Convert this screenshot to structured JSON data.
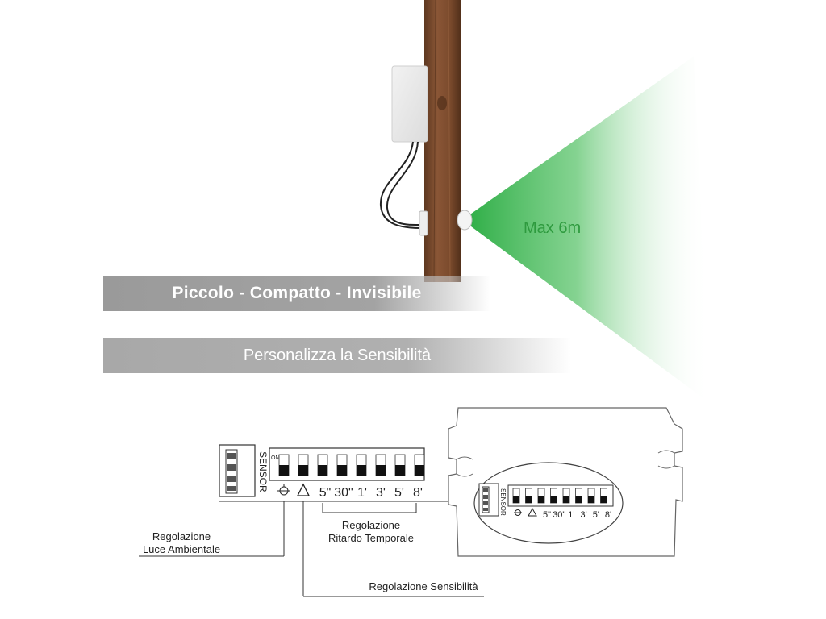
{
  "range_label": "Max 6m",
  "banner_top": "Piccolo - Compatto - Invisibile",
  "banner_bottom": "Personalizza la Sensibilità",
  "dip_switch": {
    "module_label": "SENSOR",
    "on_label": "ON",
    "switch_count": 8,
    "time_values": [
      "5\"",
      "30\"",
      "1'",
      "3'",
      "5'",
      "8'"
    ]
  },
  "annotations": {
    "ambient_light": [
      "Regolazione",
      "Luce Ambientale"
    ],
    "time_delay": [
      "Regolazione",
      "Ritardo Temporale"
    ],
    "sensitivity": "Regolazione Sensibilità"
  },
  "colors": {
    "wood": "#7a4a2c",
    "detection_cone": "#35b34a",
    "banner_grey": "#a3a3a3",
    "range_text": "#2e9a3e"
  }
}
